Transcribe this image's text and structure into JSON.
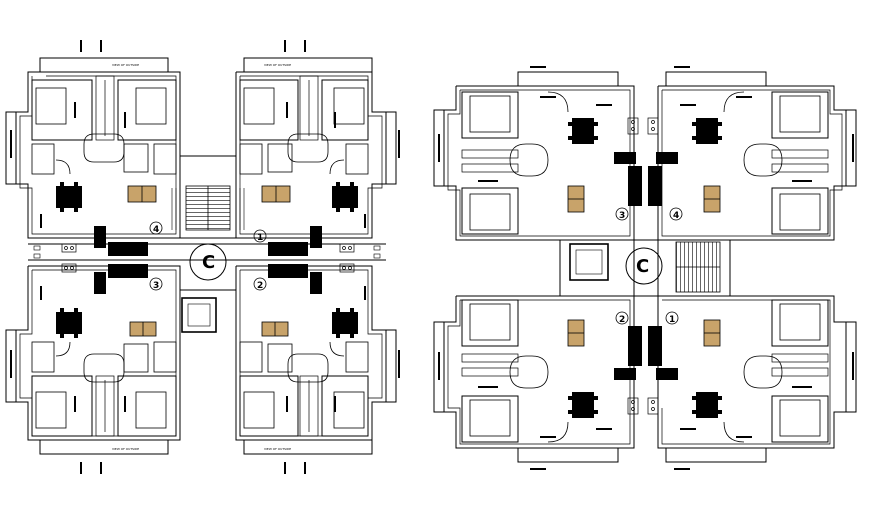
{
  "plans": [
    {
      "name": "left-plan",
      "core_label": "C",
      "unit_numbers": [
        "4",
        "1",
        "3",
        "2"
      ],
      "top_left_note": "VIEW OF OUTSIDE",
      "top_right_note": "VIEW OF OUTSIDE",
      "bottom_left_note": "VIEW OF OUTSIDE",
      "bottom_right_note": "VIEW OF OUTSIDE"
    },
    {
      "name": "right-plan",
      "core_label": "C",
      "unit_numbers": [
        "3",
        "4",
        "2",
        "1"
      ]
    }
  ],
  "colors": {
    "wall": "#000000",
    "sofa": "#c8a36a",
    "furniture": "#000000",
    "background": "#ffffff"
  }
}
